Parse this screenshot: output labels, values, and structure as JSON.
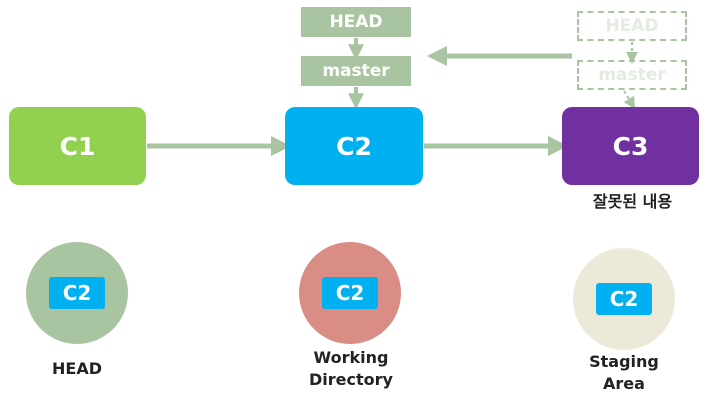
{
  "commits": [
    {
      "id": "C1",
      "color": "#92d050"
    },
    {
      "id": "C2",
      "color": "#00b0f0"
    },
    {
      "id": "C3",
      "color": "#7030a0",
      "note": "잘못된 내용"
    }
  ],
  "refs": {
    "head": "HEAD",
    "master": "master",
    "ghost_head": "HEAD",
    "ghost_master": "master"
  },
  "trees": [
    {
      "label_line1": "HEAD",
      "label_line2": "",
      "content": "C2",
      "color": "#a9c4a0"
    },
    {
      "label_line1": "Working",
      "label_line2": "Directory",
      "content": "C2",
      "color": "#d98d84"
    },
    {
      "label_line1": "Staging",
      "label_line2": "Area",
      "content": "C2",
      "color": "#ece9d8"
    }
  ],
  "colors": {
    "arrow": "#a9c4a0",
    "tag": "#00b0f0"
  }
}
